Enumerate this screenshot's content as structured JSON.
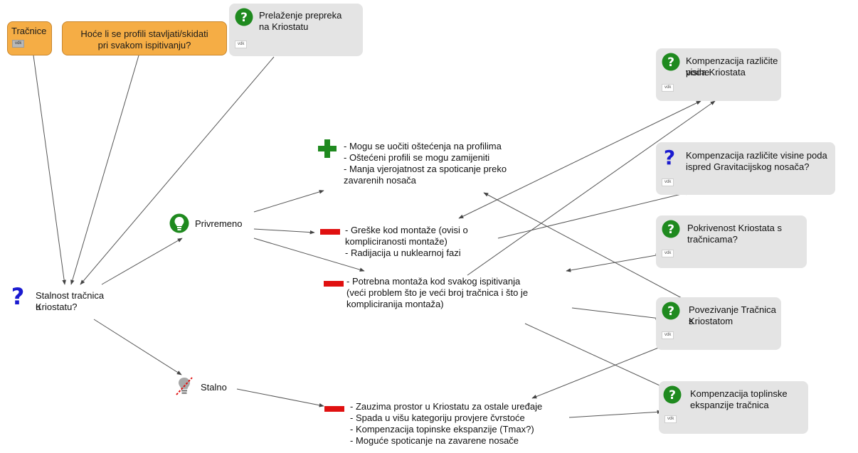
{
  "colors": {
    "orange_box": "#f5ad45",
    "grey_box": "#e4e4e4",
    "green": "#1f8a1f",
    "blue": "#1a1ad0",
    "red": "#e01010",
    "edge": "#555555"
  },
  "tag_text": "vdk",
  "nodes": {
    "tracnice": {
      "text": "Tračnice"
    },
    "hoce": {
      "line1": "Hoće li se profili stavljati/skidati",
      "line2": "pri svakom ispitivanju?"
    },
    "prelazenje": {
      "line1": "Prelaženje prepreka",
      "line2": "na Kriostatu"
    },
    "kompenzacija_visine": {
      "line1": "Kompenzacija različite visine",
      "line2": "poda Kriostata"
    },
    "kompenzacija_grav": {
      "line1": "Kompenzacija različite visine poda",
      "line2": "ispred Gravitacijskog nosača?"
    },
    "pokrivenost": {
      "line1": "Pokrivenost Kriostata s",
      "line2": "tračnicama?"
    },
    "povezivanje": {
      "line1": "Povezivanje Tračnica s",
      "line2": "Kriostatom"
    },
    "toplinske": {
      "line1": "Kompenzacija toplinske",
      "line2": "ekspanzije tračnica"
    },
    "stalnost": {
      "line1": "Stalnost tračnica u",
      "line2": "Kriostatu?"
    },
    "privremeno": {
      "text": "Privremeno"
    },
    "stalno": {
      "text": "Stalno"
    },
    "pro1": [
      "- Mogu se uočiti oštećenja na profilima",
      "- Oštećeni profili se mogu zamijeniti",
      "- Manja vjerojatnost za spoticanje preko",
      "zavarenih nosača"
    ],
    "con1": [
      "- Greške kod montaže (ovisi o",
      "kompliciranosti montaže)",
      "- Radijacija u nuklearnoj fazi"
    ],
    "con2": [
      "- Potrebna montaža kod svakog ispitivanja",
      "(veći problem što je veći broj tračnica i što je",
      "kompliciranija montaža)"
    ],
    "con3": [
      "- Zauzima prostor u Kriostatu za ostale uređaje",
      "- Spada u višu kategoriju provjere čvrstoće",
      "- Kompenzacija topinske ekspanzije (Tmax?)",
      "- Moguće spoticanje na zavarene nosače"
    ]
  },
  "icons": {
    "prelazenje": "green-question-icon",
    "kompenzacija_visine": "green-question-icon",
    "kompenzacija_grav": "blue-question-icon",
    "pokrivenost": "green-question-icon",
    "povezivanje": "green-question-icon",
    "toplinske": "green-question-icon",
    "stalnost": "blue-question-icon",
    "privremeno": "green-lightbulb-icon",
    "stalno": "grey-crossed-lightbulb-icon",
    "pro1": "green-plus-icon",
    "con1": "red-minus-icon",
    "con2": "red-minus-icon",
    "con3": "red-minus-icon"
  }
}
